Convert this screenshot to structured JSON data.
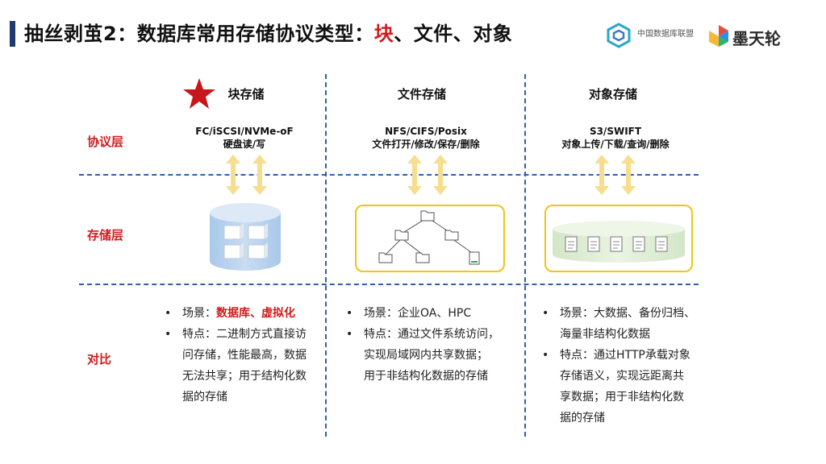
{
  "header": {
    "title_prefix": "抽丝剥茧2：数据库常用存储协议类型：",
    "title_highlight": "块",
    "title_suffix": "、文件、对象",
    "logo1_text": "中国数据库联盟",
    "logo2_text": "墨天轮"
  },
  "rows": {
    "protocol": "协议层",
    "storage": "存储层",
    "compare": "对比"
  },
  "columns": [
    {
      "title": "块存储",
      "protocol_line1": "FC/iSCSI/NVMe-oF",
      "protocol_line2": "硬盘读/写",
      "scene_prefix": "场景：",
      "scene_highlight": "数据库、虚拟化",
      "feature_lines": [
        "特点：二进制方式直接访",
        "问存储，性能最高，数据",
        "无法共享；用于结构化数",
        "据的存储"
      ]
    },
    {
      "title": "文件存储",
      "protocol_line1": "NFS/CIFS/Posix",
      "protocol_line2": "文件打开/修改/保存/删除",
      "scene": "场景：企业OA、HPC",
      "feature_lines": [
        "特点：通过文件系统访问，",
        "实现局域网内共享数据；",
        "用于非结构化数据的存储"
      ]
    },
    {
      "title": "对象存储",
      "protocol_line1": "S3/SWIFT",
      "protocol_line2": "对象上传/下载/查询/删除",
      "scene_lines": [
        "场景：大数据、备份归档、",
        "海量非结构化数据"
      ],
      "feature_lines": [
        "特点：通过HTTP承载对象",
        "存储语义，实现远距离共",
        "享数据；用于非结构化数",
        "据的存储"
      ]
    }
  ],
  "colors": {
    "accent_red": "#d21b1b",
    "divider_blue": "#2f5fa8",
    "arrow_yellow": "#f7dd8e",
    "box_border": "#f0c419"
  }
}
